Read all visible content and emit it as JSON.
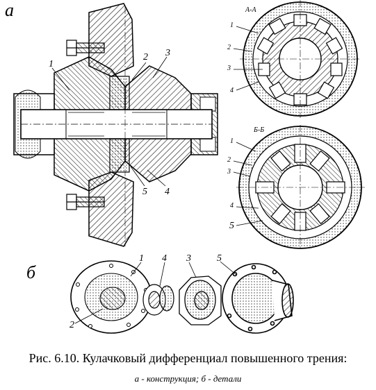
{
  "figure": {
    "panel_a_label": "а",
    "panel_b_label": "б",
    "section_aa_label": "А-А",
    "section_bb_label": "Б-Б",
    "assembly_callouts": {
      "c1": "1",
      "c2": "2",
      "c3": "3",
      "c4": "4",
      "c5": "5"
    },
    "section_aa_callouts": {
      "c1": "1",
      "c2": "2",
      "c3": "3",
      "c4": "4"
    },
    "section_bb_callouts": {
      "c1": "1",
      "c2": "2",
      "c3": "3",
      "c4": "4",
      "c5": "5"
    },
    "parts_callouts": {
      "c1": "1",
      "c2": "2",
      "c3": "3",
      "c4": "4",
      "c5": "5"
    }
  },
  "caption": {
    "title": "Рис. 6.10. Кулачковый дифференциал повышенного трения:",
    "subtitle": "а - конструкция; б - детали"
  }
}
